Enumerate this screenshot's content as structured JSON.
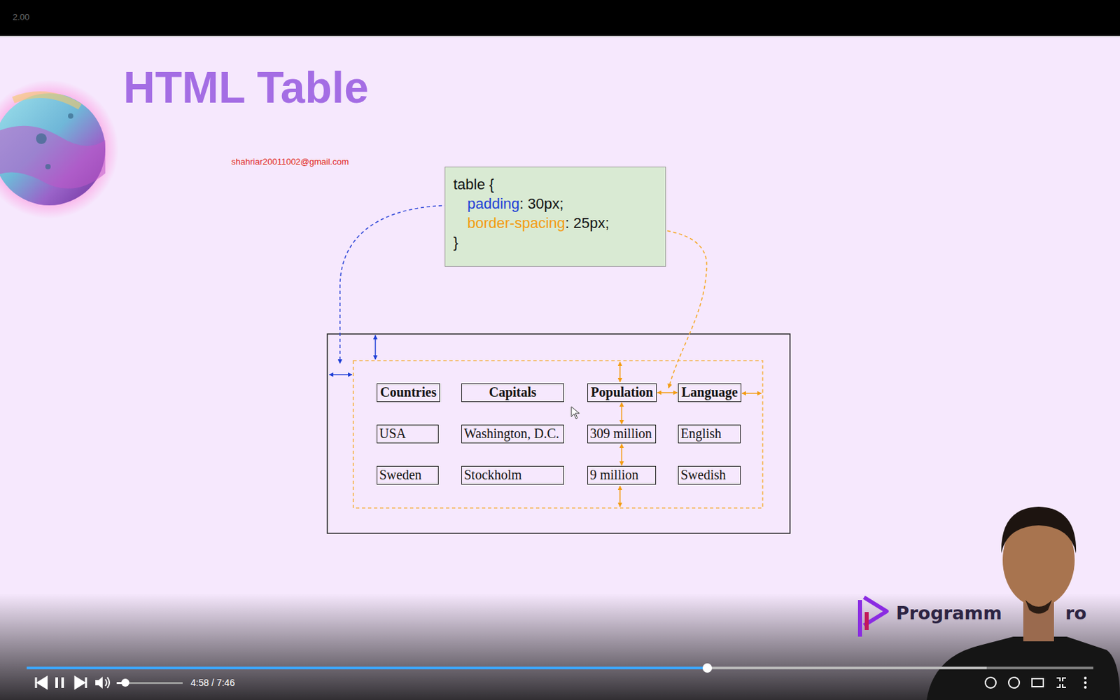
{
  "diagram": {
    "title": "HTML Table",
    "nodes": [
      {
        "text": [
          "table {",
          "padding",
          ": 30px;",
          "border-spacing",
          ": 25px;",
          "}"
        ]
      },
      {
        "text": [
          "Countries"
        ]
      },
      {
        "text": [
          "Capitals"
        ]
      },
      {
        "text": [
          "Population"
        ]
      },
      {
        "text": [
          "Language"
        ]
      },
      {
        "text": [
          "USA"
        ]
      },
      {
        "text": [
          "Washington, D.C."
        ]
      },
      {
        "text": [
          "309 million"
        ]
      },
      {
        "text": [
          "English"
        ]
      },
      {
        "text": [
          "Sweden"
        ]
      },
      {
        "text": [
          "Stockholm"
        ]
      },
      {
        "text": [
          "9 million"
        ]
      },
      {
        "text": [
          "Swedish"
        ]
      }
    ],
    "edges": [
      {
        "from": 3,
        "to": 7,
        "arrow": "both"
      },
      {
        "from": 7,
        "to": 11,
        "arrow": "both"
      },
      {
        "from": 3,
        "to": 4,
        "arrow": "both"
      }
    ],
    "labels": [
      "2.00",
      "shahriar20011002@gmail.com",
      "4:58 / 7:46",
      "Programm",
      "ro"
    ]
  }
}
